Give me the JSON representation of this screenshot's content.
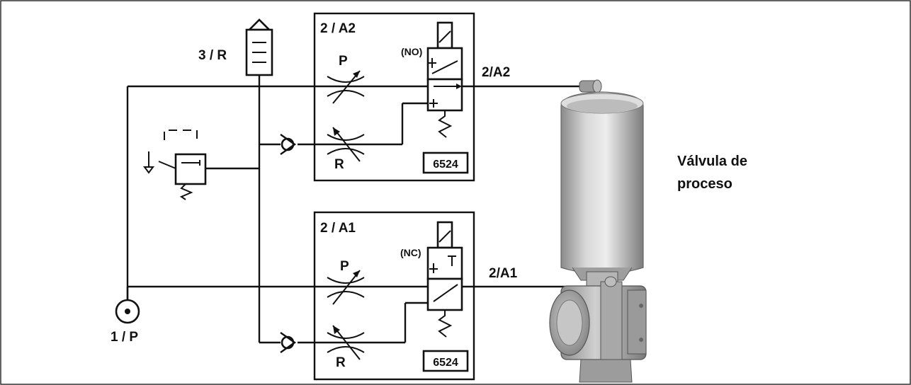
{
  "labels": {
    "exhaust": "3 / R",
    "supply": "1 / P",
    "valve_upper_title": "2 / A2",
    "valve_lower_title": "2 / A1",
    "upper_mode": "(NO)",
    "lower_mode": "(NC)",
    "port_a2": "2/A2",
    "port_a1": "2/A1",
    "upper_throttle_p": "P",
    "upper_throttle_r": "R",
    "lower_throttle_p": "P",
    "lower_throttle_r": "R",
    "upper_model": "6524",
    "lower_model": "6524",
    "process_valve_line1": "Válvula de",
    "process_valve_line2": "proceso"
  },
  "colors": {
    "line": "#111111",
    "background": "#ffffff",
    "valve_body": "#b9b9b9"
  },
  "icons": [
    "silencer-icon",
    "pressure-source-icon",
    "check-valve-icon",
    "throttle-icon",
    "pressure-regulator-icon",
    "solenoid-valve-icon",
    "process-valve-icon"
  ]
}
